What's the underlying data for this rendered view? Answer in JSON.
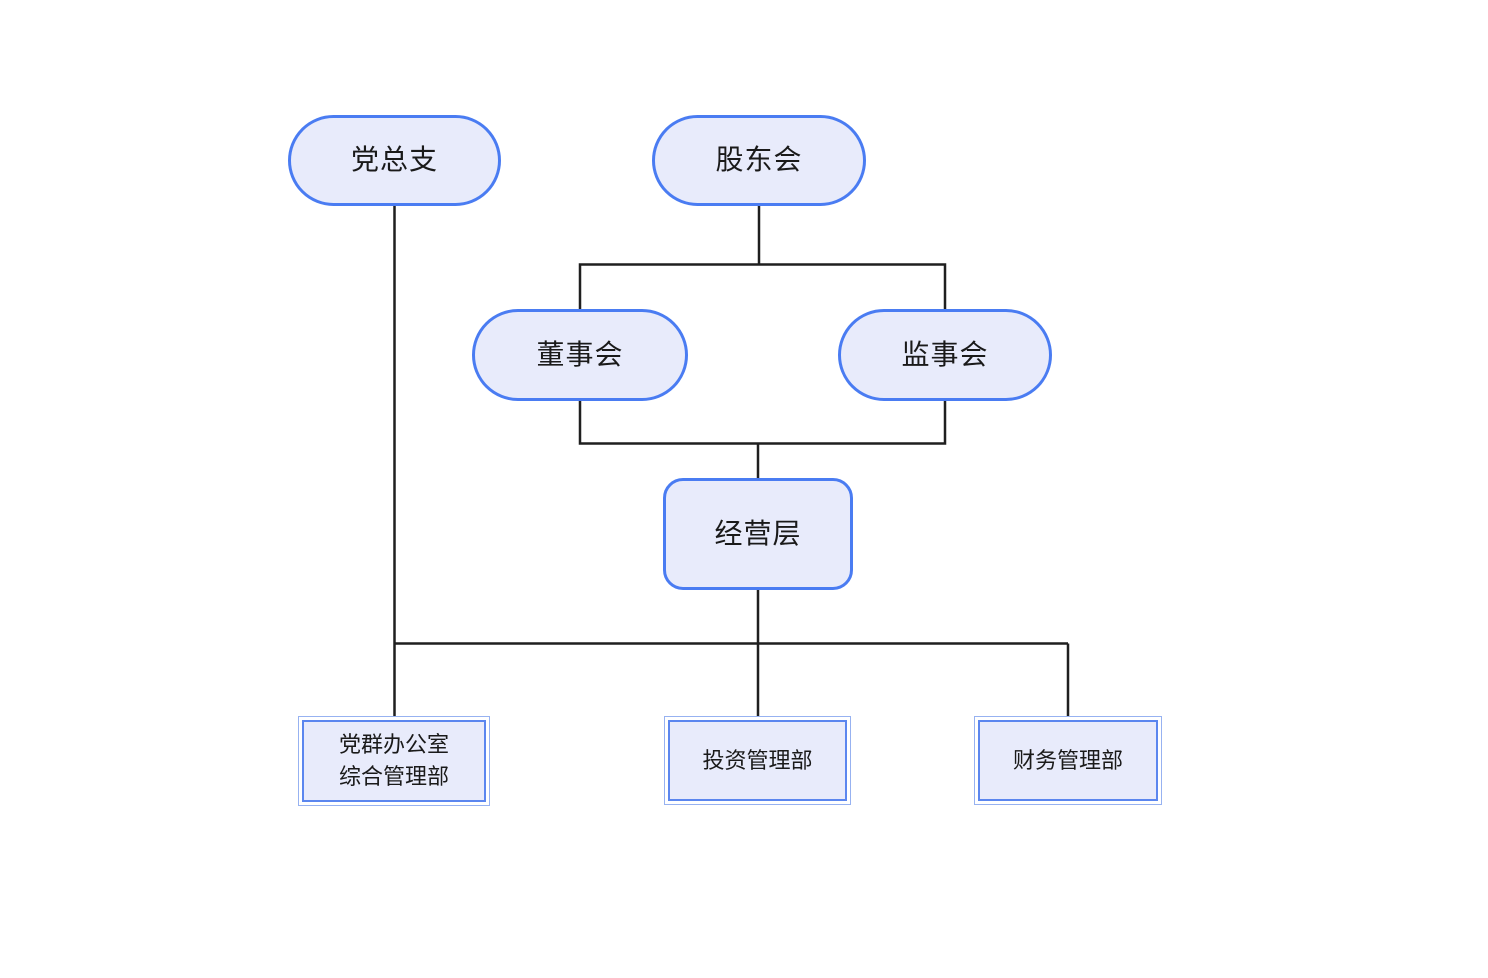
{
  "diagram": {
    "type": "org-chart",
    "colors": {
      "background": "#FFFFFF",
      "node_fill": "#E8EBFB",
      "node_border": "#4A7CF2",
      "dept_outer_border": "#97B2F1",
      "dept_inner_border": "#5B86EF",
      "line": "#1F1F1F",
      "text": "#1A1A1A"
    },
    "nodes": {
      "party_branch": {
        "label": "党总支",
        "shape": "pill"
      },
      "shareholders": {
        "label": "股东会",
        "shape": "pill"
      },
      "directors": {
        "label": "董事会",
        "shape": "pill"
      },
      "supervisors": {
        "label": "监事会",
        "shape": "pill"
      },
      "management": {
        "label": "经营层",
        "shape": "rounded-rect"
      },
      "party_office": {
        "label": "党群办公室\n综合管理部",
        "shape": "double-border-rect"
      },
      "investment": {
        "label": "投资管理部",
        "shape": "double-border-rect"
      },
      "finance": {
        "label": "财务管理部",
        "shape": "double-border-rect"
      }
    },
    "edges": [
      {
        "from": "party_branch",
        "to": "party_office"
      },
      {
        "from": "shareholders",
        "to": "directors"
      },
      {
        "from": "shareholders",
        "to": "supervisors"
      },
      {
        "from": "directors",
        "to": "management"
      },
      {
        "from": "supervisors",
        "to": "management"
      },
      {
        "from": "management",
        "to": "party_office"
      },
      {
        "from": "management",
        "to": "investment"
      },
      {
        "from": "management",
        "to": "finance"
      }
    ]
  }
}
